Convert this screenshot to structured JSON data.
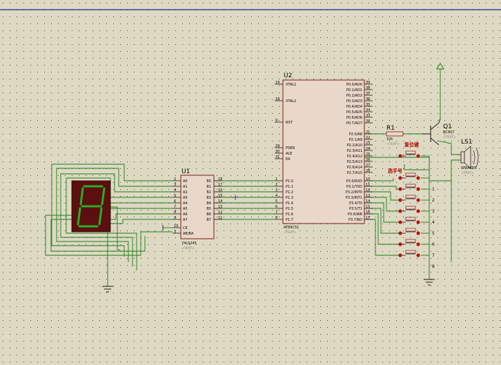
{
  "u2": {
    "ref": "U2",
    "part": "AT89C51",
    "text_tag": "<TEXT>",
    "left_pins": [
      {
        "num": "19",
        "name": "XTAL1"
      },
      {
        "num": "18",
        "name": "XTAL2"
      },
      {
        "num": "9",
        "name": "RST"
      },
      {
        "num": "29",
        "name": "PSEN"
      },
      {
        "num": "30",
        "name": "ALE"
      },
      {
        "num": "31",
        "name": "EA"
      },
      {
        "num": "1",
        "name": "P1.0"
      },
      {
        "num": "2",
        "name": "P1.1"
      },
      {
        "num": "3",
        "name": "P1.2"
      },
      {
        "num": "4",
        "name": "P1.3"
      },
      {
        "num": "5",
        "name": "P1.4"
      },
      {
        "num": "6",
        "name": "P1.5"
      },
      {
        "num": "7",
        "name": "P1.6"
      },
      {
        "num": "8",
        "name": "P1.7"
      }
    ],
    "right_pins_top": [
      {
        "num": "39",
        "name": "P0.0/AD0"
      },
      {
        "num": "38",
        "name": "P0.1/AD1"
      },
      {
        "num": "37",
        "name": "P0.2/AD2"
      },
      {
        "num": "36",
        "name": "P0.3/AD3"
      },
      {
        "num": "35",
        "name": "P0.4/AD4"
      },
      {
        "num": "34",
        "name": "P0.5/AD5"
      },
      {
        "num": "33",
        "name": "P0.6/AD6"
      },
      {
        "num": "32",
        "name": "P0.7/AD7"
      }
    ],
    "right_pins_mid": [
      {
        "num": "21",
        "name": "P2.0/A8"
      },
      {
        "num": "22",
        "name": "P2.1/A9"
      },
      {
        "num": "23",
        "name": "P2.2/A10"
      },
      {
        "num": "24",
        "name": "P2.3/A11"
      },
      {
        "num": "25",
        "name": "P2.4/A12"
      },
      {
        "num": "26",
        "name": "P2.5/A13"
      },
      {
        "num": "27",
        "name": "P2.6/A14"
      },
      {
        "num": "28",
        "name": "P2.7/A15"
      }
    ],
    "right_pins_bot": [
      {
        "num": "10",
        "name": "P3.0/RXD"
      },
      {
        "num": "11",
        "name": "P3.1/TXD"
      },
      {
        "num": "12",
        "name": "P3.2/INT0"
      },
      {
        "num": "13",
        "name": "P3.3/INT1"
      },
      {
        "num": "14",
        "name": "P3.4/T0"
      },
      {
        "num": "15",
        "name": "P3.5/T1"
      },
      {
        "num": "16",
        "name": "P3.6/WR"
      },
      {
        "num": "17",
        "name": "P3.7/RD"
      }
    ]
  },
  "u1": {
    "ref": "U1",
    "part": "74LS245",
    "text_tag": "<TEXT>",
    "a_pins": [
      {
        "num": "2",
        "name": "A0"
      },
      {
        "num": "3",
        "name": "A1"
      },
      {
        "num": "4",
        "name": "A2"
      },
      {
        "num": "5",
        "name": "A3"
      },
      {
        "num": "6",
        "name": "A4"
      },
      {
        "num": "7",
        "name": "A5"
      },
      {
        "num": "8",
        "name": "A6"
      },
      {
        "num": "9",
        "name": "A7"
      }
    ],
    "b_pins": [
      {
        "num": "18",
        "name": "B0"
      },
      {
        "num": "17",
        "name": "B1"
      },
      {
        "num": "16",
        "name": "B2"
      },
      {
        "num": "15",
        "name": "B3"
      },
      {
        "num": "14",
        "name": "B4"
      },
      {
        "num": "13",
        "name": "B5"
      },
      {
        "num": "12",
        "name": "B6"
      },
      {
        "num": "11",
        "name": "B7"
      }
    ],
    "ce": {
      "num": "19",
      "name": "CE"
    },
    "ab": {
      "num": "1",
      "name": "AB/BA"
    }
  },
  "display": {
    "digit": "8"
  },
  "r1": {
    "ref": "R1",
    "value": "10k",
    "text_tag": "<TEXT>"
  },
  "q1": {
    "ref": "Q1",
    "part": "BC807",
    "text_tag": "<TEXT>"
  },
  "ls1": {
    "ref": "LS1",
    "part": "SPEAKER",
    "text_tag": "<TEXT>"
  },
  "labels": {
    "reset": "复位键",
    "contestant": "选手号"
  },
  "switch_numbers": [
    "1",
    "2",
    "3",
    "4",
    "5",
    "6",
    "7",
    "8"
  ]
}
